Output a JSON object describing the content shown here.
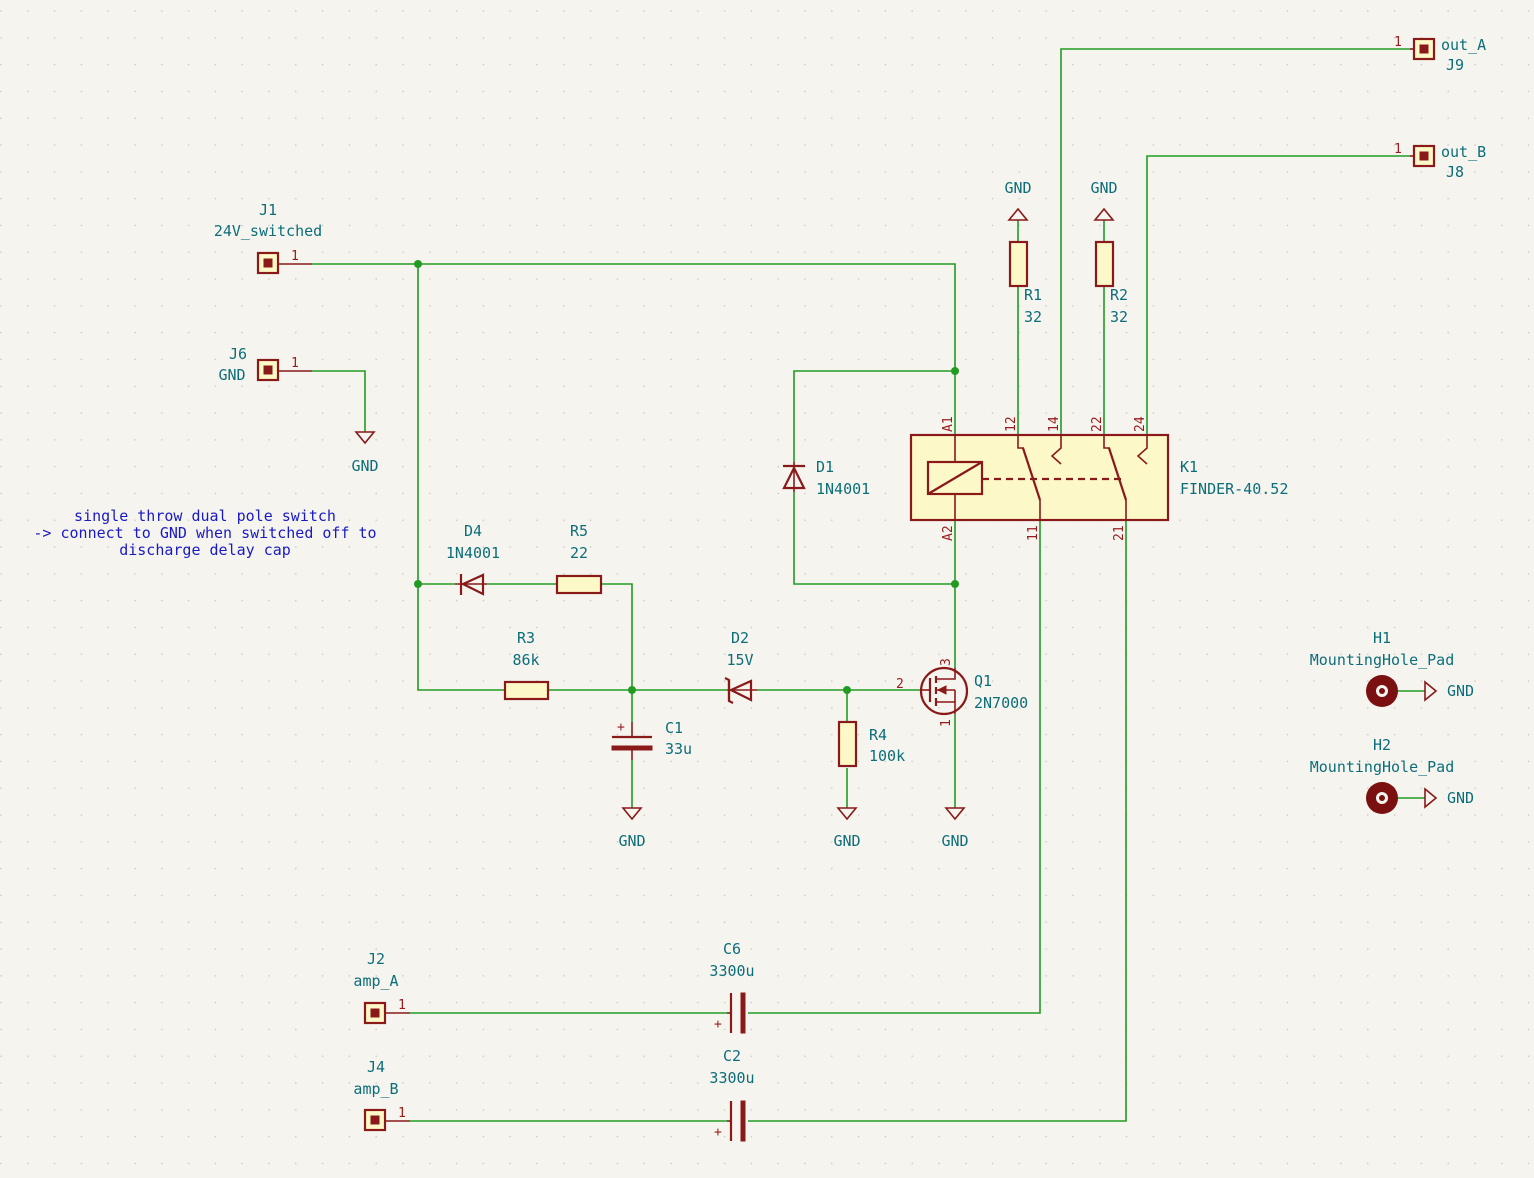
{
  "components": {
    "J1": {
      "ref": "J1",
      "value": "24V_switched",
      "pin": "1"
    },
    "J6": {
      "ref": "J6",
      "value": "GND",
      "pin": "1"
    },
    "J2": {
      "ref": "J2",
      "value": "amp_A",
      "pin": "1"
    },
    "J4": {
      "ref": "J4",
      "value": "amp_B",
      "pin": "1"
    },
    "J9": {
      "ref": "J9",
      "value": "out_A",
      "pin": "1"
    },
    "J8": {
      "ref": "J8",
      "value": "out_B",
      "pin": "1"
    },
    "R1": {
      "ref": "R1",
      "value": "32"
    },
    "R2": {
      "ref": "R2",
      "value": "32"
    },
    "R3": {
      "ref": "R3",
      "value": "86k"
    },
    "R4": {
      "ref": "R4",
      "value": "100k"
    },
    "R5": {
      "ref": "R5",
      "value": "22"
    },
    "D1": {
      "ref": "D1",
      "value": "1N4001"
    },
    "D2": {
      "ref": "D2",
      "value": "15V"
    },
    "D4": {
      "ref": "D4",
      "value": "1N4001"
    },
    "C1": {
      "ref": "C1",
      "value": "33u"
    },
    "C2": {
      "ref": "C2",
      "value": "3300u"
    },
    "C6": {
      "ref": "C6",
      "value": "3300u"
    },
    "Q1": {
      "ref": "Q1",
      "value": "2N7000",
      "pins": [
        "1",
        "2",
        "3"
      ]
    },
    "K1": {
      "ref": "K1",
      "value": "FINDER-40.52",
      "pins": [
        "A1",
        "A2",
        "11",
        "12",
        "14",
        "21",
        "22",
        "24"
      ]
    },
    "H1": {
      "ref": "H1",
      "value": "MountingHole_Pad"
    },
    "H2": {
      "ref": "H2",
      "value": "MountingHole_Pad"
    }
  },
  "power": {
    "gnd": "GND"
  },
  "note": {
    "lines": [
      "single throw dual pole switch",
      "-> connect to GND when switched off to",
      "discharge delay cap"
    ]
  },
  "colors": {
    "background": "#f5f4ef",
    "wire": "#239b23",
    "symbol": "#8a1a1a",
    "symbol_fill": "#fdf8c8",
    "label": "#0d6e7a",
    "note": "#1a1ac4"
  }
}
